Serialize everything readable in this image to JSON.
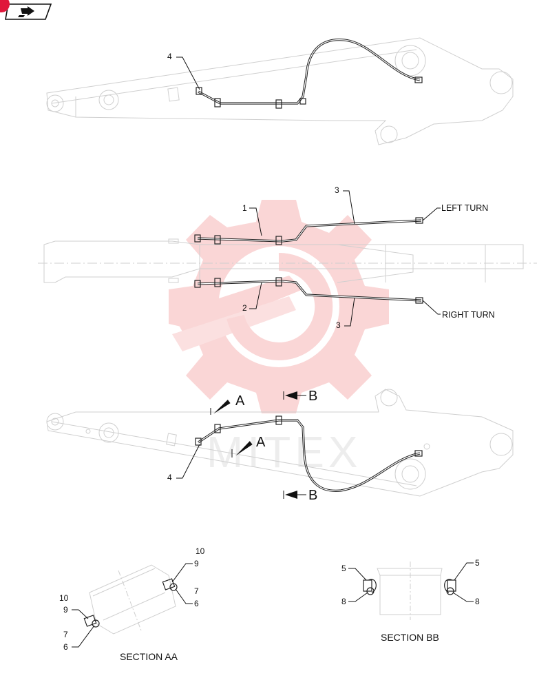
{
  "nav": {
    "icon": "go-to-page-icon",
    "badge_color": "#e0163a"
  },
  "callouts": {
    "top_view": {
      "c4": "4"
    },
    "middle_view": {
      "c1": "1",
      "c2": "2",
      "c3a": "3",
      "c3b": "3",
      "left_turn": "LEFT TURN",
      "right_turn": "RIGHT TURN"
    },
    "bottom_view": {
      "c4": "4",
      "section_a1": "A",
      "section_a2": "A",
      "section_b1": "B",
      "section_b2": "B"
    },
    "section_aa": {
      "title": "SECTION AA",
      "c10_left": "10",
      "c9_left": "9",
      "c7_left": "7",
      "c6_left": "6",
      "c10_right": "10",
      "c9_right": "9",
      "c7_right": "7",
      "c6_right": "6"
    },
    "section_bb": {
      "title": "SECTION BB",
      "c5_left": "5",
      "c8_left": "8",
      "c5_right": "5",
      "c8_right": "8"
    }
  },
  "watermark": {
    "text": "MITEX",
    "color": "#f3a3a3"
  }
}
